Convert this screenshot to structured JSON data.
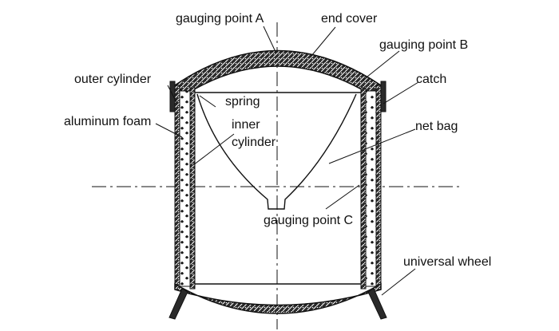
{
  "labels": {
    "gauging_point_a": "gauging point A",
    "end_cover": "end cover",
    "gauging_point_b": "gauging point B",
    "catch": "catch",
    "outer_cylinder": "outer cylinder",
    "spring": "spring",
    "inner_1": "inner",
    "inner_2": "cylinder",
    "aluminum_foam": "aluminum foam",
    "net_bag": "net bag",
    "gauging_point_c": "gauging point C",
    "universal_wheel": "universal wheel"
  }
}
